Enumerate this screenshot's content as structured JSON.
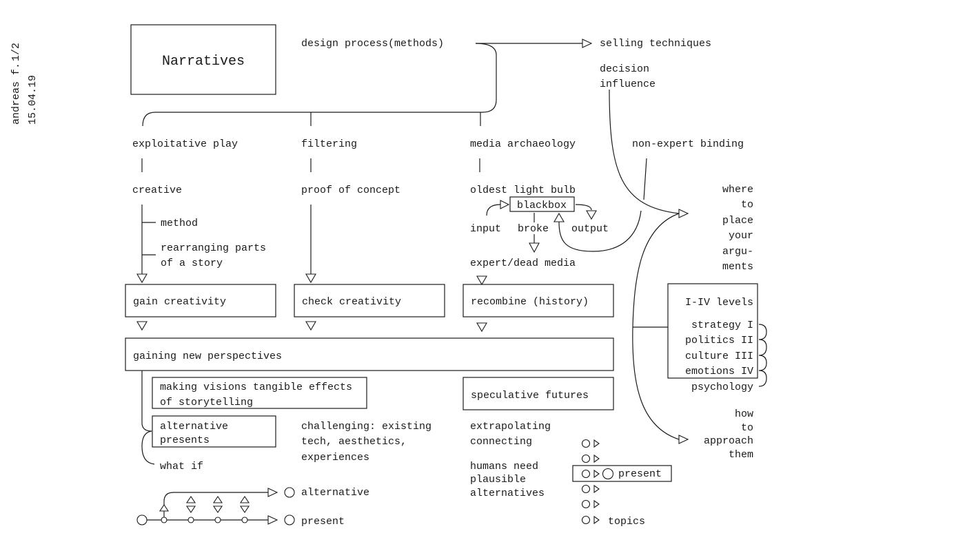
{
  "author": {
    "name": "andreas f.",
    "date": "15.04.19",
    "page": "1/2"
  },
  "title": "Narratives",
  "top": {
    "design_process": "design process(methods)",
    "selling_techniques": "selling techniques",
    "decision_line1": "decision",
    "decision_line2": "influence"
  },
  "col1": {
    "heading": "exploitative play",
    "sub": "creative",
    "method": "method",
    "rearranging_1": "rearranging parts",
    "rearranging_2": "of a story",
    "box": "gain creativity"
  },
  "col2": {
    "heading": "filtering",
    "sub": "proof of concept",
    "box": "check creativity"
  },
  "col3": {
    "heading": "media archaeology",
    "sub": "oldest light bulb",
    "blackbox": "blackbox",
    "input": "input",
    "broke": "broke",
    "output": "output",
    "expert": "expert/dead media",
    "box": "recombine (history)"
  },
  "col4": {
    "heading": "non-expert binding"
  },
  "where": [
    "where",
    "to",
    "place",
    "your",
    "argu-",
    "ments"
  ],
  "levels": {
    "title": "I-IV levels",
    "items": [
      "strategy I",
      "politics II",
      "culture III",
      "emotions IV",
      "psychology"
    ]
  },
  "how": [
    "how",
    "to",
    "approach",
    "them"
  ],
  "perspectives": "gaining new perspectives",
  "visions_1": "making visions tangible effects",
  "visions_2": "of storytelling",
  "alt_presents_1": "alternative",
  "alt_presents_2": "presents",
  "what_if": "what if",
  "challenging": [
    "challenging: existing",
    "tech, aesthetics,",
    "experiences"
  ],
  "speculative": "speculative futures",
  "extrapolating": "extrapolating",
  "connecting": "connecting",
  "humans": [
    "humans need",
    "plausible",
    "alternatives"
  ],
  "timeline": {
    "alternative": "alternative",
    "present": "present"
  },
  "topics": {
    "present": "present",
    "topics": "topics"
  }
}
